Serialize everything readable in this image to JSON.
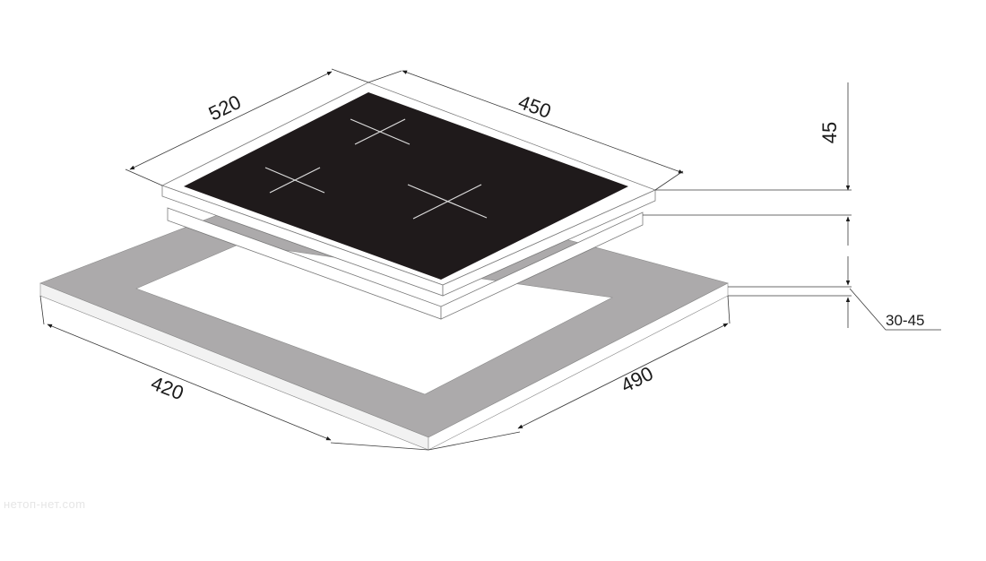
{
  "dimensions": {
    "hob_depth": "520",
    "hob_width": "450",
    "hob_thickness": "45",
    "countertop_thickness": "30-45",
    "cutout_depth": "420",
    "cutout_width": "490"
  },
  "watermark": "нетоп-нет.com",
  "colors": {
    "glass": "#1f1a1b",
    "countertop": "#acaaab",
    "frame": "#ffffff",
    "outline": "#6b6b6b",
    "burner_marks": "#dcdcdc"
  }
}
